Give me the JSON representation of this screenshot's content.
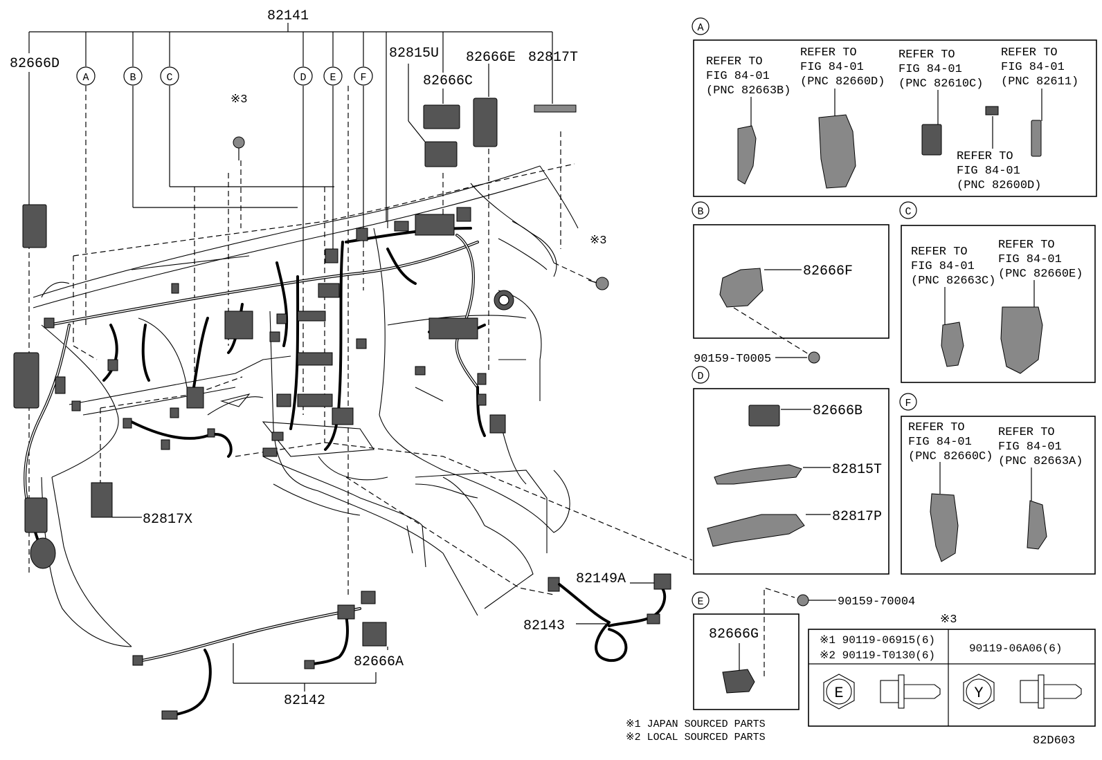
{
  "main_labels": {
    "p82141": "82141",
    "p82666D": "82666D",
    "p82815U": "82815U",
    "p82666E": "82666E",
    "p82817T": "82817T",
    "p82666C": "82666C",
    "p82817X": "82817X",
    "p82149A": "82149A",
    "p82143": "82143",
    "p82666A": "82666A",
    "p82142": "82142",
    "screw_mark_1": "※3",
    "screw_mark_2": "※3"
  },
  "callout_letters": [
    "A",
    "B",
    "C",
    "D",
    "E",
    "F"
  ],
  "panel_A": {
    "letter": "A",
    "refs": [
      {
        "l1": "REFER TO",
        "l2": "FIG 84-01",
        "l3": "(PNC 82663B)"
      },
      {
        "l1": "REFER TO",
        "l2": "FIG 84-01",
        "l3": "(PNC 82660D)"
      },
      {
        "l1": "REFER TO",
        "l2": "FIG 84-01",
        "l3": "(PNC 82610C)"
      },
      {
        "l1": "REFER TO",
        "l2": "FIG 84-01",
        "l3": "(PNC 82611)"
      },
      {
        "l1": "REFER TO",
        "l2": "FIG 84-01",
        "l3": "(PNC 82600D)"
      }
    ]
  },
  "panel_B": {
    "letter": "B",
    "part": "82666F",
    "bolt": "90159-T0005"
  },
  "panel_C": {
    "letter": "C",
    "refs": [
      {
        "l1": "REFER TO",
        "l2": "FIG 84-01",
        "l3": "(PNC 82663C)"
      },
      {
        "l1": "REFER TO",
        "l2": "FIG 84-01",
        "l3": "(PNC 82660E)"
      }
    ]
  },
  "panel_D": {
    "letter": "D",
    "parts": [
      "82666B",
      "82815T",
      "82817P"
    ]
  },
  "panel_E": {
    "letter": "E",
    "part": "82666G",
    "bolt": "90159-70004"
  },
  "panel_F": {
    "letter": "F",
    "refs": [
      {
        "l1": "REFER TO",
        "l2": "FIG 84-01",
        "l3": "(PNC 82660C)"
      },
      {
        "l1": "REFER TO",
        "l2": "FIG 84-01",
        "l3": "(PNC 82663A)"
      }
    ]
  },
  "bolt_table": {
    "mark": "※3",
    "row1": "※1 90119-06915(6)",
    "row2": "※2 90119-T0130(6)",
    "right": "90119-06A06(6)",
    "head_e": "E",
    "head_y": "Y"
  },
  "notes": [
    "※1 JAPAN SOURCED PARTS",
    "※2 LOCAL SOURCED PARTS"
  ],
  "figure_code": "82D603"
}
